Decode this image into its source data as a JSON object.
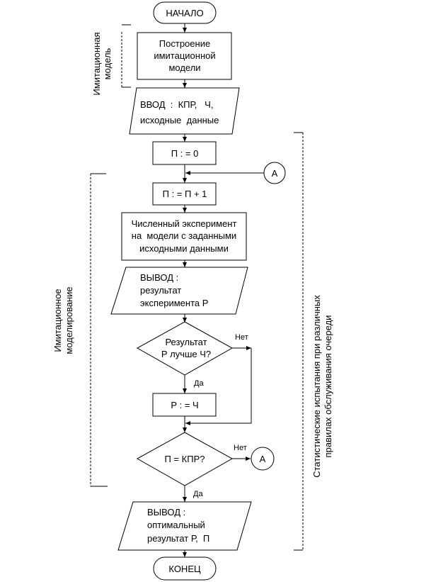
{
  "start": "НАЧАЛО",
  "build_model": [
    "Построение",
    "имитационной",
    "модели"
  ],
  "input": [
    "ВВОД  :  КПР,   Ч,",
    "исходные  данные"
  ],
  "init": "П : = 0",
  "increment": "П : = П + 1",
  "experiment": [
    "Численный эксперимент",
    "на  модели с заданными",
    "исходными данными"
  ],
  "output_result": [
    "ВЫВОД :",
    "результат",
    "эксперимента Р"
  ],
  "decision1": [
    "Результат",
    "Р лучше Ч?"
  ],
  "assign": "Р : = Ч",
  "decision2": "П = КПР?",
  "output_optimal": [
    "ВЫВОД :",
    "оптимальный",
    "результат Р,  П"
  ],
  "end": "КОНЕЦ",
  "connector": "А",
  "yes": "Да",
  "no": "Нет",
  "bracket_model": [
    "Имитационная",
    "модель"
  ],
  "bracket_simulation": [
    "Имитационное",
    "моделирование"
  ],
  "bracket_stat": [
    "Статистические испытания при различных",
    "правилах обслуживания очереди"
  ]
}
